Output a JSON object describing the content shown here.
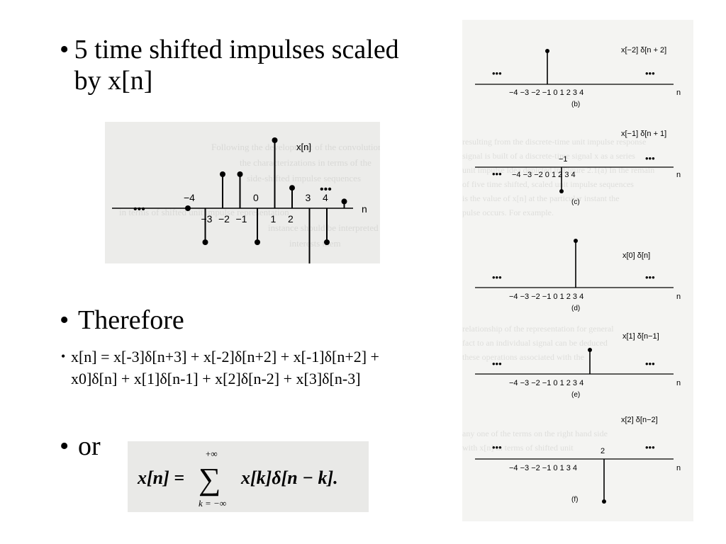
{
  "bullets": {
    "shifted": "5 time shifted impulses scaled by x[n]",
    "therefore": "Therefore",
    "equation": "x[n] = x[-3]δ[n+3] + x[-2]δ[n+2] + x[-1]δ[n+2] + x0]δ[n] + x[1]δ[n-1] + x[2]δ[n-2] + x[3]δ[n-3]",
    "or": "or"
  },
  "bullet_glyph": "•",
  "main_plot": {
    "signal_label": "x[n]",
    "axis_label": "n",
    "dots": "•••",
    "tick_labels": [
      "−4",
      "−3",
      "−2",
      "−1",
      "0",
      "1",
      "2",
      "3",
      "4"
    ],
    "samples": [
      {
        "n": -4,
        "v": 0
      },
      {
        "n": -3,
        "v": -1
      },
      {
        "n": -2,
        "v": 1
      },
      {
        "n": -1,
        "v": 1
      },
      {
        "n": 0,
        "v": -1
      },
      {
        "n": 1,
        "v": 2
      },
      {
        "n": 2,
        "v": 0.6
      },
      {
        "n": 3,
        "v": -2
      },
      {
        "n": 4,
        "v": -1
      },
      {
        "n": 5,
        "v": 0.2
      }
    ]
  },
  "sub_plots": [
    {
      "label": "x[−2] δ[n + 2]",
      "caption": "(b)",
      "ticks": "−4 −3 −2 −1  0  1  2  3  4",
      "axis": "n",
      "dots": "•••"
    },
    {
      "label": "x[−1] δ[n + 1]",
      "caption": "(c)",
      "ticks": "−4 −3 −2   0  1  2  3  4",
      "axis": "n",
      "dots": "•••",
      "value_label": "−1"
    },
    {
      "label": "x[0] δ[n]",
      "caption": "(d)",
      "ticks": "−4 −3 −2 −1  0  1  2  3  4",
      "axis": "n",
      "dots": "•••"
    },
    {
      "label": "x[1] δ[n−1]",
      "caption": "(e)",
      "ticks": "−4 −3 −2 −1  0  1  2  3  4",
      "axis": "n",
      "dots": "•••"
    },
    {
      "label": "x[2] δ[n−2]",
      "caption": "(f)",
      "ticks": "−4 −3 −2 −1  0  1     3  4",
      "axis": "n",
      "dots": "•••",
      "value_label": "2"
    }
  ],
  "formula": {
    "lhs": "x[n] =",
    "sum_upper": "+∞",
    "sum_sign": "∑",
    "sum_lower": "k = −∞",
    "rhs": "x[k]δ[n − k]."
  }
}
